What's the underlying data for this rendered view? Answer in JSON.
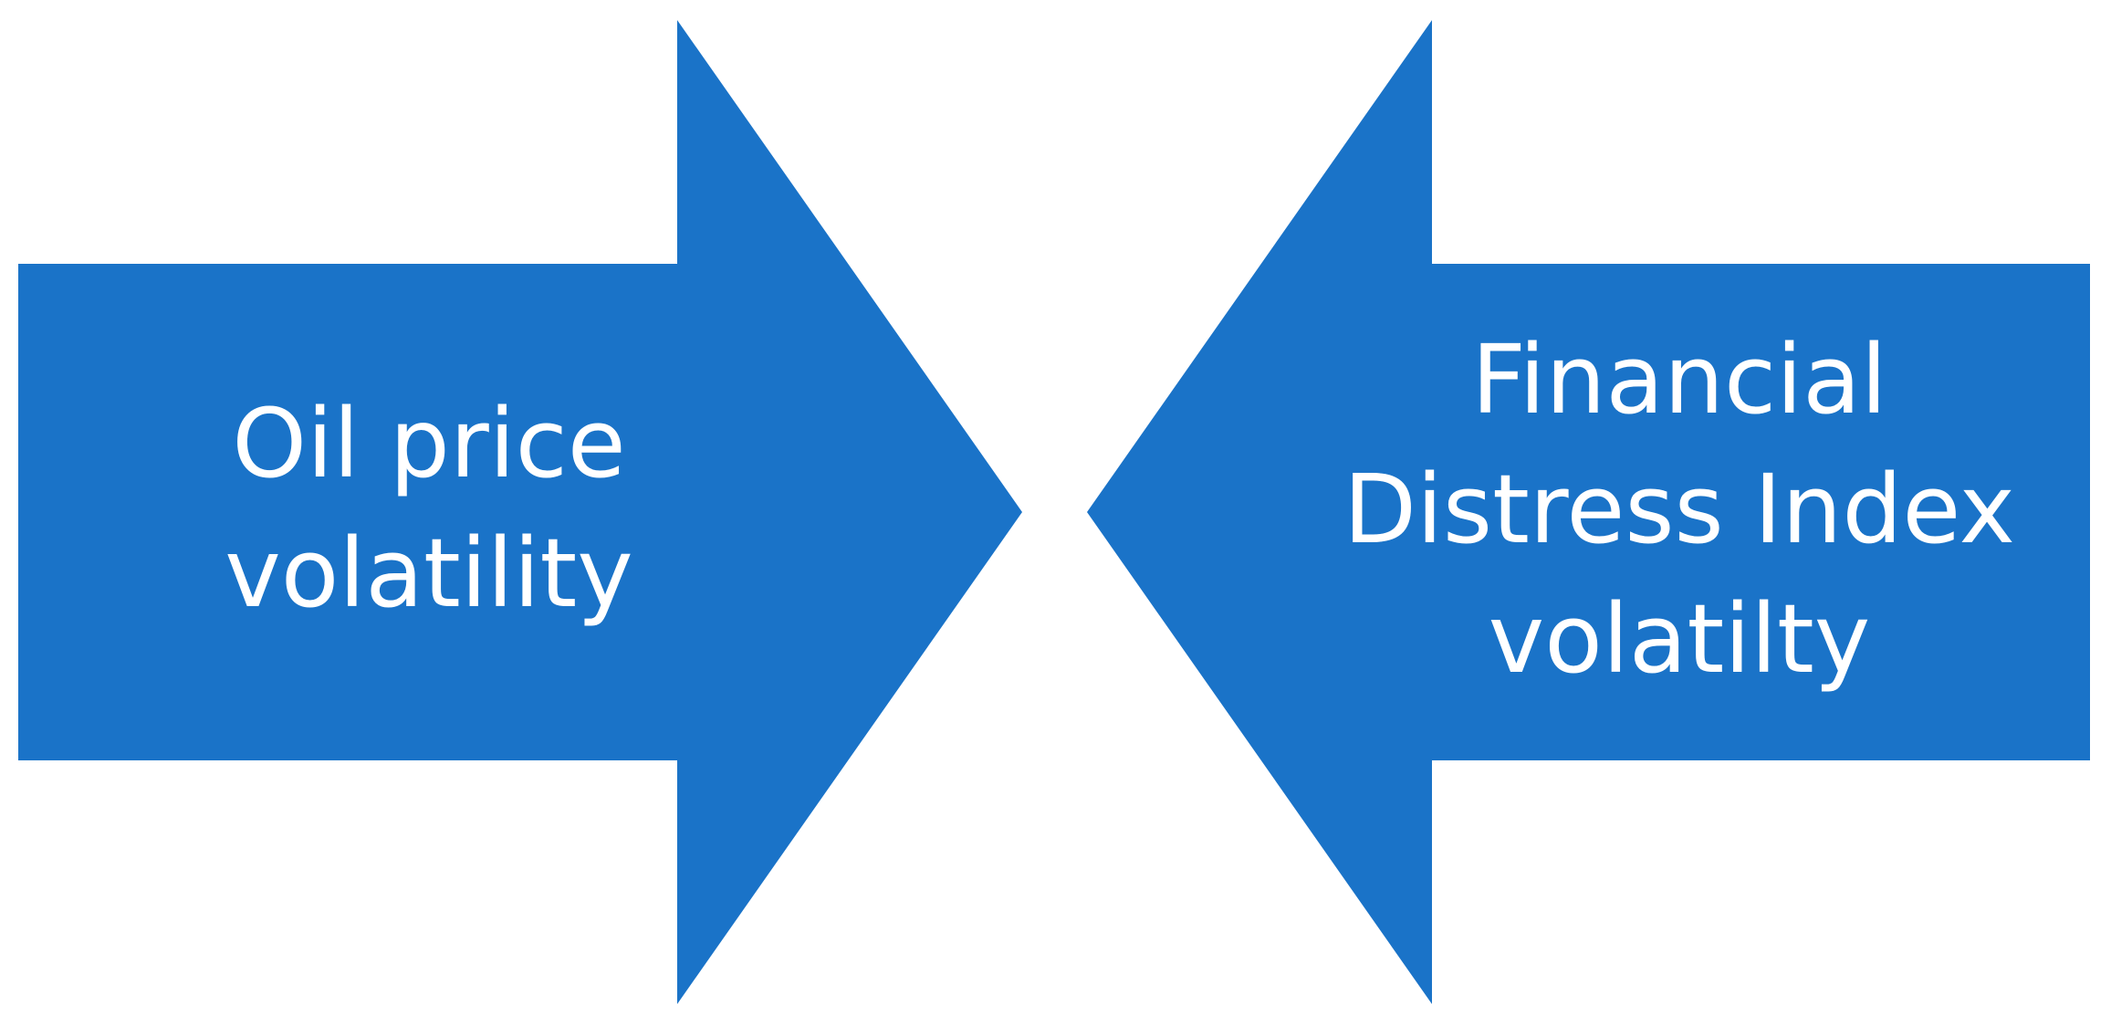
{
  "colors": {
    "background": "#ffffff",
    "arrow_fill": "#1a73c8",
    "label_text": "#ffffff"
  },
  "left_arrow": {
    "direction": "right",
    "label_lines": [
      "Oil price",
      "volatility"
    ]
  },
  "right_arrow": {
    "direction": "left",
    "label_lines": [
      "Financial",
      "Distress Index",
      "volatilty"
    ]
  }
}
